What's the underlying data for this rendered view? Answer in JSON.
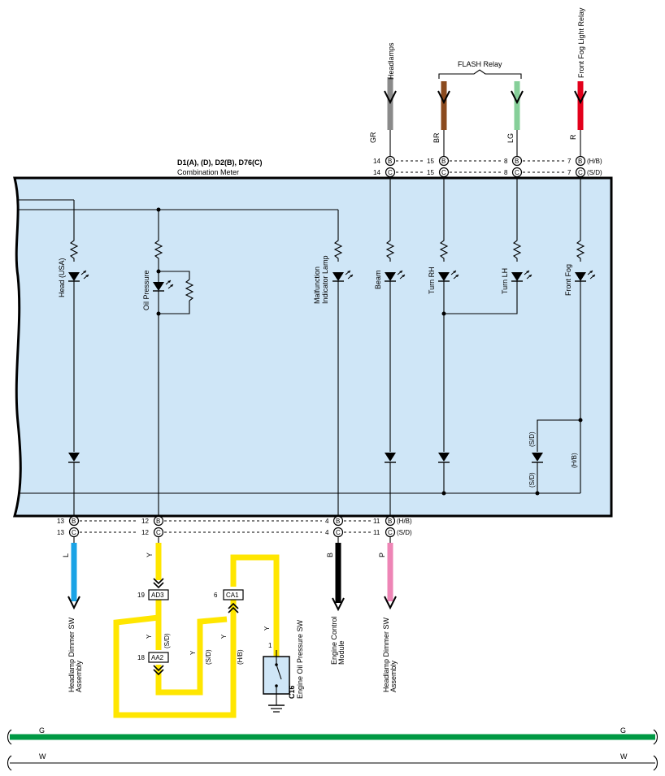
{
  "colors": {
    "meter_fill": "#cfe6f7",
    "gray": "#8a8a8a",
    "brown": "#8b4a1e",
    "light_green": "#86cf99",
    "red": "#e3001b",
    "blue": "#1aa3e6",
    "yellow": "#ffe600",
    "black": "#000000",
    "pink": "#ee85b6",
    "green": "#009944"
  },
  "top_feeds": {
    "headlamps": "Headlamps",
    "flash_relay": "FLASH Relay",
    "front_fog_relay": "Front Fog Light Relay",
    "wire_gr": "GR",
    "wire_br": "BR",
    "wire_lg": "LG",
    "wire_r": "R"
  },
  "meter": {
    "id": "D1(A), (D), D2(B), D76(C)",
    "name": "Combination Meter"
  },
  "top_pins": {
    "p14": "14",
    "p15": "15",
    "p8": "8",
    "p7": "7",
    "hb": "(H/B)",
    "sd": "(S/D)"
  },
  "connector_letters": {
    "b": "B",
    "c": "C"
  },
  "lamps": {
    "head_usa": "Head (USA)",
    "oil_pressure": "Oil Pressure",
    "malfunction_1": "Malfunction",
    "malfunction_2": "Indicator Lamp",
    "beam": "Beam",
    "turn_rh": "Turn RH",
    "turn_lh": "Turn LH",
    "front_fog": "Front Fog"
  },
  "fog_diode_labels": {
    "sd1": "(S/D)",
    "sd2": "(S/D)",
    "hb": "(H/B)"
  },
  "bottom_pins": {
    "p13": "13",
    "p12": "12",
    "p4": "4",
    "p11": "11",
    "hb": "(H/B)",
    "sd": "(S/D)"
  },
  "bottom_wires": {
    "l": "L",
    "y": "Y",
    "b": "B",
    "p": "P"
  },
  "junctions": {
    "ad3": "AD3",
    "ad3_pin": "19",
    "aa2": "AA2",
    "aa2_pin": "18",
    "ca1": "CA1",
    "ca1_pin": "6",
    "y": "Y",
    "sd": "(S/D)",
    "hb": "(H/B)"
  },
  "destinations": {
    "hds1_1": "Headlamp Dimmer SW",
    "hds1_2": "Assembly",
    "ecm_1": "Engine Control",
    "ecm_2": "Module",
    "hds2_1": "Headlamp Dimmer SW",
    "hds2_2": "Assembly"
  },
  "oil_switch": {
    "pin": "1",
    "code": "C16",
    "name": "Engine Oil Pressure SW",
    "wire": "Y"
  },
  "ground_bus": {
    "g_left": "G",
    "g_right": "G",
    "w_left": "W",
    "w_right": "W"
  }
}
